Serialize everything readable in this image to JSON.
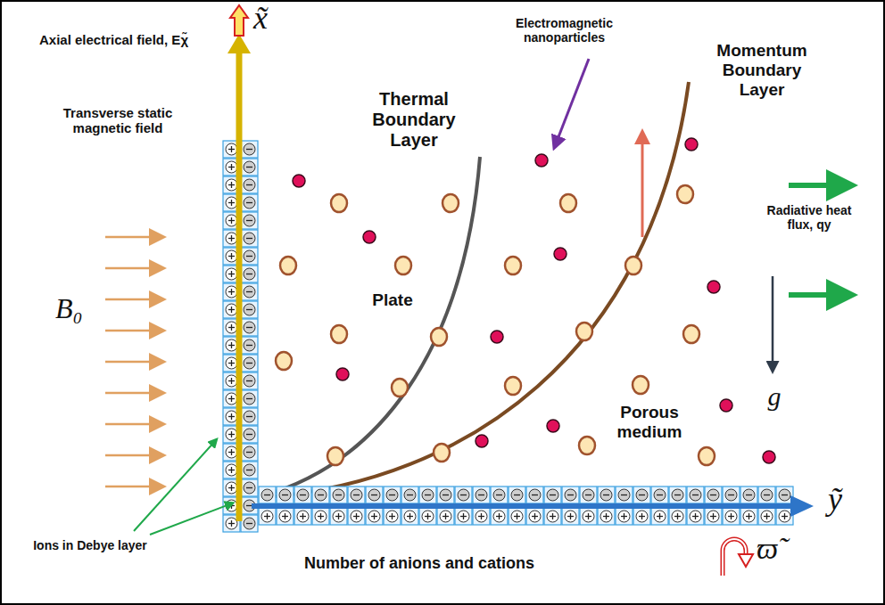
{
  "diagram": {
    "labels": [
      "Axial electrical field, Eχ̃",
      "x̃",
      "Transverse static magnetic field",
      "B₀",
      "Thermal Boundary Layer",
      "Electromagnetic nanoparticles",
      "Momentum Boundary Layer",
      "Radiative heat flux, qy",
      "Plate",
      "g",
      "Porous medium",
      "ỹ",
      "Ions in Debye layer",
      "Number of anions and cations",
      "ϖ̃"
    ]
  }
}
